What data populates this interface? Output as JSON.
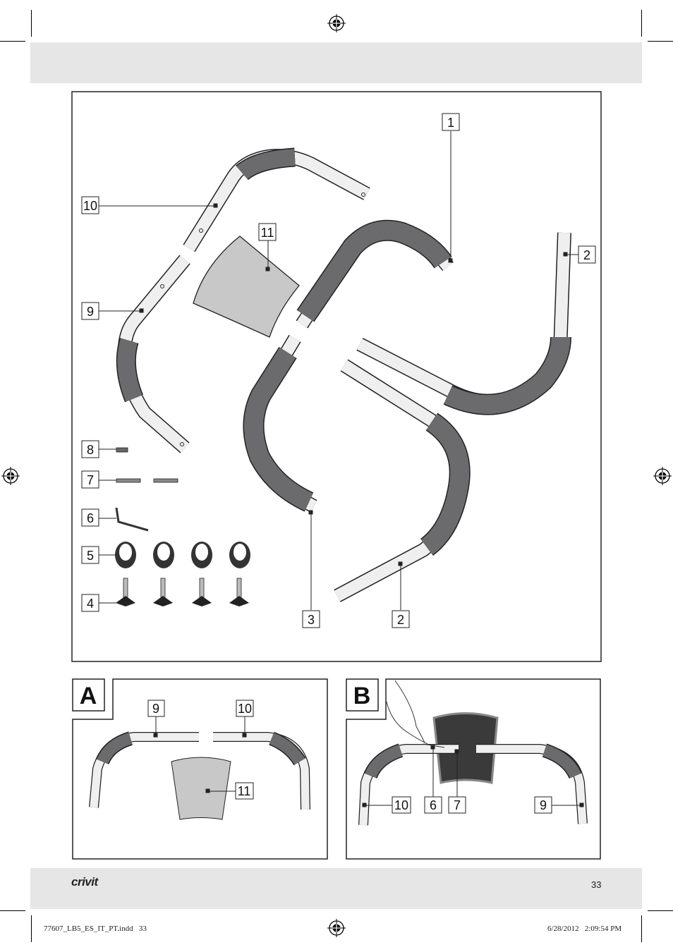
{
  "header": {
    "brand": "crivit",
    "page_number": "33"
  },
  "main_figure": {
    "labels": {
      "part_1": "1",
      "part_2_top": "2",
      "part_2_bottom": "2",
      "part_3": "3",
      "part_4": "4",
      "part_5": "5",
      "part_6": "6",
      "part_7": "7",
      "part_8": "8",
      "part_9": "9",
      "part_10": "10",
      "part_11": "11"
    }
  },
  "panel_a": {
    "letter": "A",
    "labels": {
      "part_9": "9",
      "part_10": "10",
      "part_11": "11"
    }
  },
  "panel_b": {
    "letter": "B",
    "labels": {
      "part_10": "10",
      "part_6": "6",
      "part_7": "7",
      "part_9": "9"
    }
  },
  "footer": {
    "file": "77607_LB5_ES_IT_PT.indd   33",
    "timestamp": "6/28/2012   2:09:54 PM"
  }
}
